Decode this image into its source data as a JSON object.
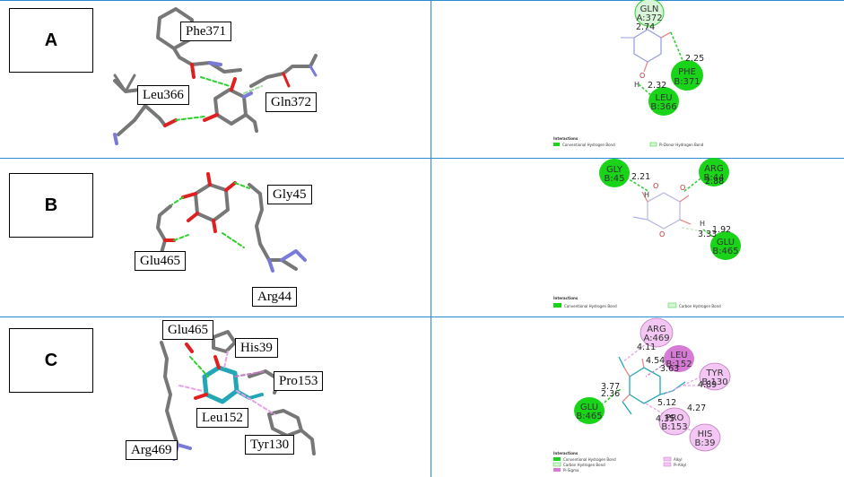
{
  "panels": {
    "a": {
      "label": "A"
    },
    "b": {
      "label": "B"
    },
    "c": {
      "label": "C"
    }
  },
  "residues_3d": {
    "a": [
      "Phe371",
      "Leu366",
      "Gln372"
    ],
    "b": [
      "Gly45",
      "Glu465",
      "Arg44"
    ],
    "c": [
      "Glu465",
      "His39",
      "Pro153",
      "Leu152",
      "Tyr130",
      "Arg469"
    ]
  },
  "interactions_2d": {
    "a": {
      "nodes": [
        {
          "l1": "GLN",
          "l2": "A:372",
          "kind": "pi-donor-hbond"
        },
        {
          "l1": "PHE",
          "l2": "B:371",
          "kind": "conventional-hbond"
        },
        {
          "l1": "LEU",
          "l2": "B:366",
          "kind": "conventional-hbond"
        }
      ],
      "distances": [
        "2.74",
        "2.25",
        "2.32"
      ],
      "legend_title": "Interactions",
      "legend": [
        "Conventional Hydrogen Bond",
        "Pi-Donor Hydrogen Bond"
      ]
    },
    "b": {
      "nodes": [
        {
          "l1": "GLY",
          "l2": "B:45",
          "kind": "conventional-hbond"
        },
        {
          "l1": "ARG",
          "l2": "B:44",
          "kind": "conventional-hbond"
        },
        {
          "l1": "GLU",
          "l2": "B:465",
          "kind": "conventional-hbond"
        }
      ],
      "distances": [
        "2.21",
        "2.88",
        "1.92",
        "3.33"
      ],
      "legend_title": "Interactions",
      "legend": [
        "Conventional Hydrogen Bond",
        "Carbon Hydrogen Bond"
      ]
    },
    "c": {
      "nodes": [
        {
          "l1": "ARG",
          "l2": "A:469",
          "kind": "alkyl"
        },
        {
          "l1": "LEU",
          "l2": "B:152",
          "kind": "pi-sigma"
        },
        {
          "l1": "TYR",
          "l2": "B:130",
          "kind": "alkyl"
        },
        {
          "l1": "GLU",
          "l2": "B:465",
          "kind": "conventional-hbond"
        },
        {
          "l1": "PRO",
          "l2": "B:153",
          "kind": "alkyl"
        },
        {
          "l1": "HIS",
          "l2": "B:39",
          "kind": "alkyl"
        }
      ],
      "distances": [
        "4.11",
        "4.54",
        "3.63",
        "4.89",
        "3.77",
        "2.36",
        "5.12",
        "4.27",
        "4.35"
      ],
      "legend_title": "Interactions",
      "legend": [
        "Conventional Hydrogen Bond",
        "Carbon Hydrogen Bond",
        "Pi-Sigma",
        "Alkyl",
        "Pi-Alkyl"
      ]
    }
  },
  "colors": {
    "grid_line": "#2a8ccf",
    "hbond_green": "#19d419",
    "pale_green": "#d9f5d9",
    "pink": "#f3c6f3",
    "violet": "#d67ad6"
  }
}
